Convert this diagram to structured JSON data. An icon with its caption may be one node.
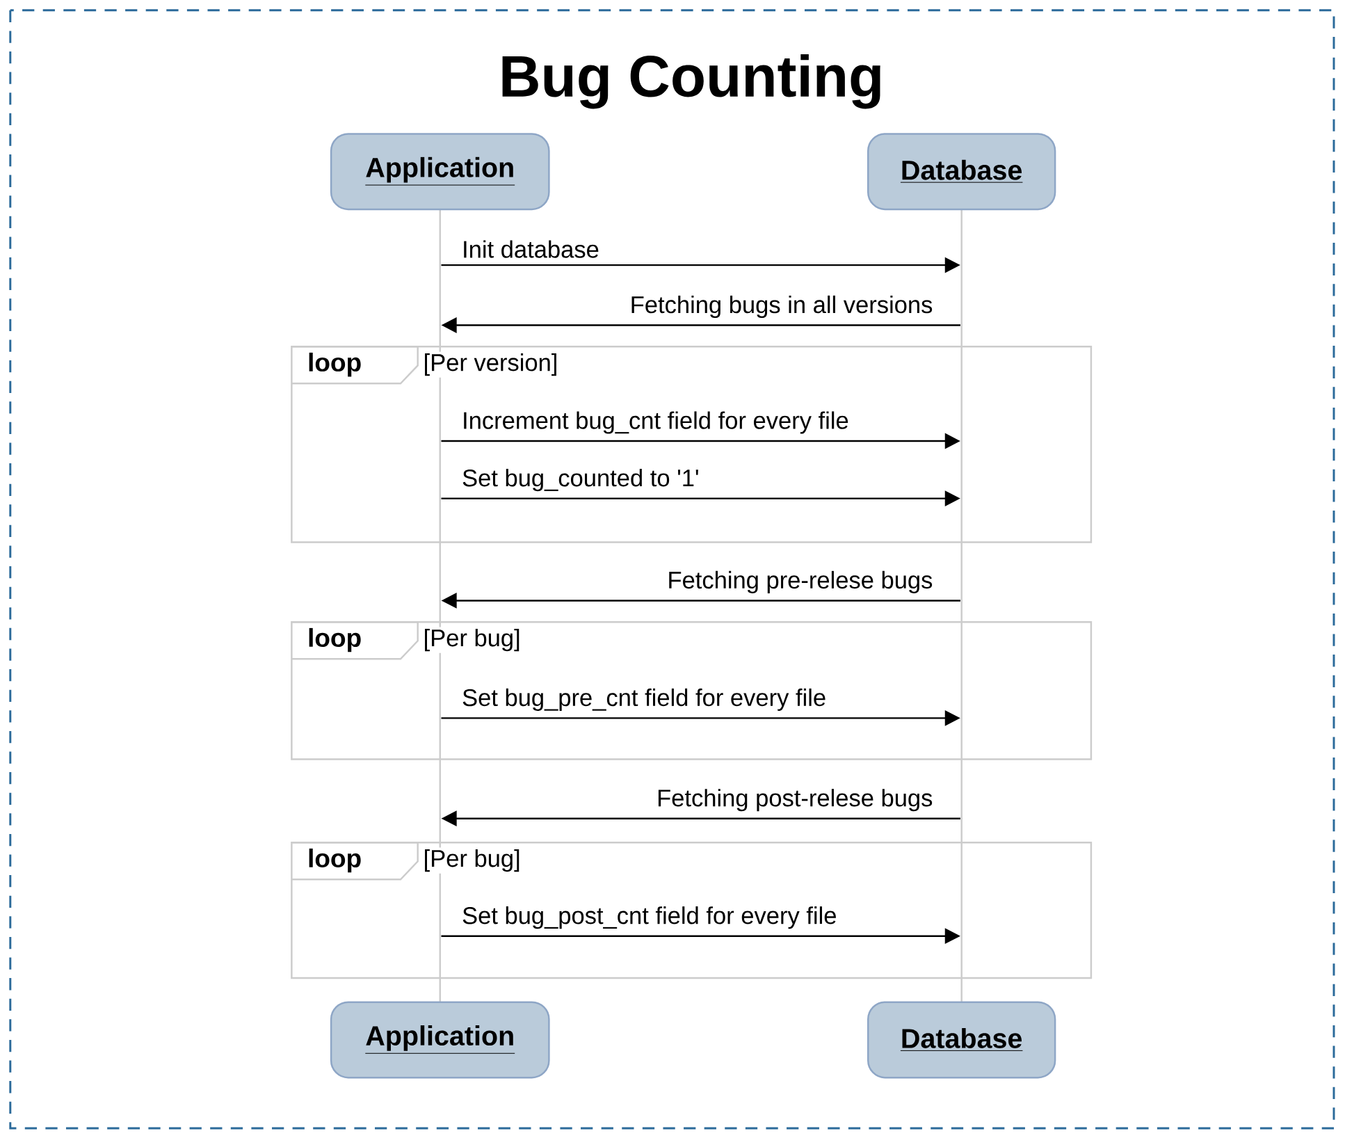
{
  "diagram": {
    "title": "Bug Counting",
    "nodes": [
      {
        "text": [
          "Application"
        ]
      },
      {
        "text": [
          "Database"
        ]
      },
      {
        "text": [],
        "shape": "bar"
      },
      {
        "text": [],
        "shape": "bar"
      },
      {
        "text": [
          "loop",
          "[Per version]"
        ]
      },
      {
        "text": [],
        "shape": "bar",
        "in": 4
      },
      {
        "text": [],
        "shape": "bar",
        "in": 4
      },
      {
        "text": [],
        "shape": "bar"
      },
      {
        "text": [],
        "shape": "bar"
      },
      {
        "text": [
          "loop",
          "[Per bug]"
        ]
      },
      {
        "text": [],
        "shape": "bar",
        "in": 9
      },
      {
        "text": [],
        "shape": "bar",
        "in": 9
      },
      {
        "text": [],
        "shape": "bar"
      },
      {
        "text": [],
        "shape": "bar"
      },
      {
        "text": [
          "loop",
          "[Per bug]"
        ]
      },
      {
        "text": [],
        "shape": "bar",
        "in": 14
      },
      {
        "text": [],
        "shape": "bar",
        "in": 14
      },
      {
        "text": [],
        "shape": "bar"
      },
      {
        "text": [],
        "shape": "bar"
      },
      {
        "text": [
          "Application"
        ]
      },
      {
        "text": [
          "Database"
        ]
      }
    ],
    "edges": [
      {
        "from": 2,
        "to": 3,
        "arrow": "to",
        "label": "Init database"
      },
      {
        "from": 3,
        "to": 2,
        "arrow": "to",
        "label": "Fetching bugs in all versions"
      },
      {
        "from": 5,
        "to": 6,
        "arrow": "to",
        "label": "Increment bug_cnt field for every file"
      },
      {
        "from": 5,
        "to": 6,
        "arrow": "to",
        "label": "Set bug_counted to '1'"
      },
      {
        "from": 8,
        "to": 7,
        "arrow": "to",
        "label": "Fetching pre-relese bugs"
      },
      {
        "from": 10,
        "to": 11,
        "arrow": "to",
        "label": "Set bug_pre_cnt field for every file"
      },
      {
        "from": 13,
        "to": 12,
        "arrow": "to",
        "label": "Fetching post-relese bugs"
      },
      {
        "from": 15,
        "to": 16,
        "arrow": "to",
        "label": "Set bug_post_cnt field for every file"
      }
    ]
  }
}
